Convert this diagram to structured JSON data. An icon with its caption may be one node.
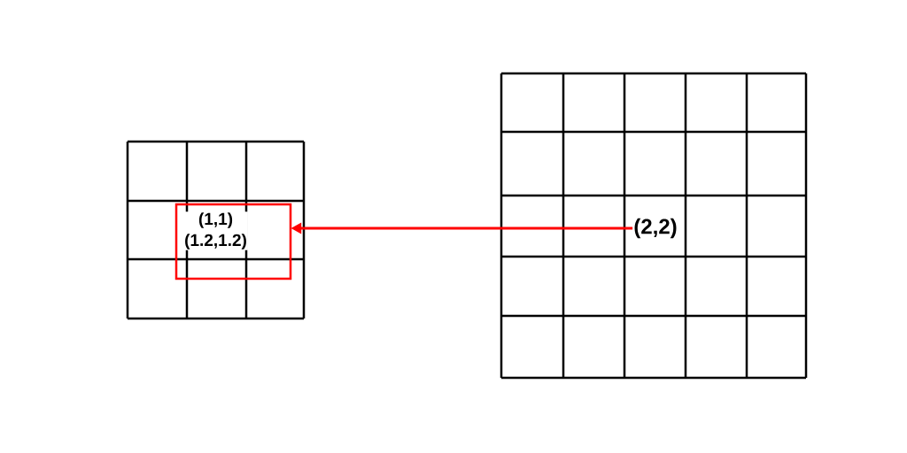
{
  "diagram": {
    "nodes": [
      {
        "text": [
          "(1,1)",
          "(1.2,1.2)"
        ]
      },
      {
        "text": [
          "(2,2)"
        ]
      }
    ],
    "edges": [
      {
        "from": 1,
        "to": 0,
        "arrow": "to"
      }
    ]
  }
}
